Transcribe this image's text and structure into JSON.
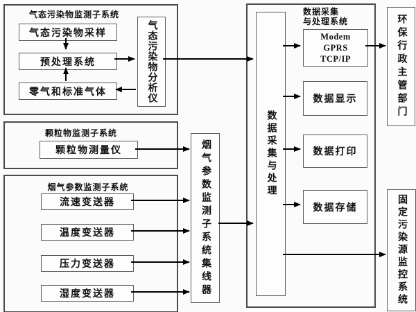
{
  "gas_subsystem": {
    "label": "气态污染物监测子系统",
    "sampling": "气态污染物采样",
    "pretreatment": "预处理系统",
    "zero_gas": "零气和标准气体",
    "analyzer": "气态污染物分析仪"
  },
  "particulate_subsystem": {
    "label": "颗粒物监测子系统",
    "meter": "颗粒物测量仪"
  },
  "flue_subsystem": {
    "label": "烟气参数监测子系统",
    "transmitters": [
      "流速变送器",
      "温度变送器",
      "压力变送器",
      "湿度变送器"
    ]
  },
  "hub_label": "烟气参数监测子系统集线器",
  "dacq_system": {
    "label_line1": "数据采集",
    "label_line2": "与处理系统",
    "core": "数据采集与处理",
    "modem_lines": [
      "Modem",
      "GPRS",
      "TCP/IP"
    ],
    "display": "数据显示",
    "print": "数据打印",
    "storage": "数据存储"
  },
  "epa_label": "环保行政主管部门",
  "fixed_source_label": "固定污染源监控系统",
  "colors": {
    "background": "#fbfbfb",
    "container_border": "#4a4a4a",
    "box_border": "#5a5a5a",
    "arrow": "#000000",
    "text": "#111111"
  },
  "connections": [
    {
      "from": "气态污染物采样",
      "to": "预处理系统"
    },
    {
      "from": "零气和标准气体",
      "to": "预处理系统"
    },
    {
      "from": "预处理系统",
      "to": "气态污染物分析仪"
    },
    {
      "from": "气态污染物分析仪",
      "to": "零气和标准气体"
    },
    {
      "from": "气态污染物分析仪",
      "to": "数据采集与处理"
    },
    {
      "from": "颗粒物测量仪",
      "to": "烟气参数监测子系统集线器"
    },
    {
      "from": "流速变送器",
      "to": "烟气参数监测子系统集线器"
    },
    {
      "from": "温度变送器",
      "to": "烟气参数监测子系统集线器"
    },
    {
      "from": "压力变送器",
      "to": "烟气参数监测子系统集线器"
    },
    {
      "from": "湿度变送器",
      "to": "烟气参数监测子系统集线器"
    },
    {
      "from": "烟气参数监测子系统集线器",
      "to": "数据采集与处理"
    },
    {
      "from": "数据采集与处理",
      "to": "Modem GPRS TCP/IP"
    },
    {
      "from": "数据采集与处理",
      "to": "数据显示"
    },
    {
      "from": "数据采集与处理",
      "to": "数据打印"
    },
    {
      "from": "数据采集与处理",
      "to": "数据存储"
    },
    {
      "from": "Modem GPRS TCP/IP",
      "to": "环保行政主管部门"
    },
    {
      "from": "数据采集与处理",
      "to": "固定污染源监控系统"
    }
  ]
}
